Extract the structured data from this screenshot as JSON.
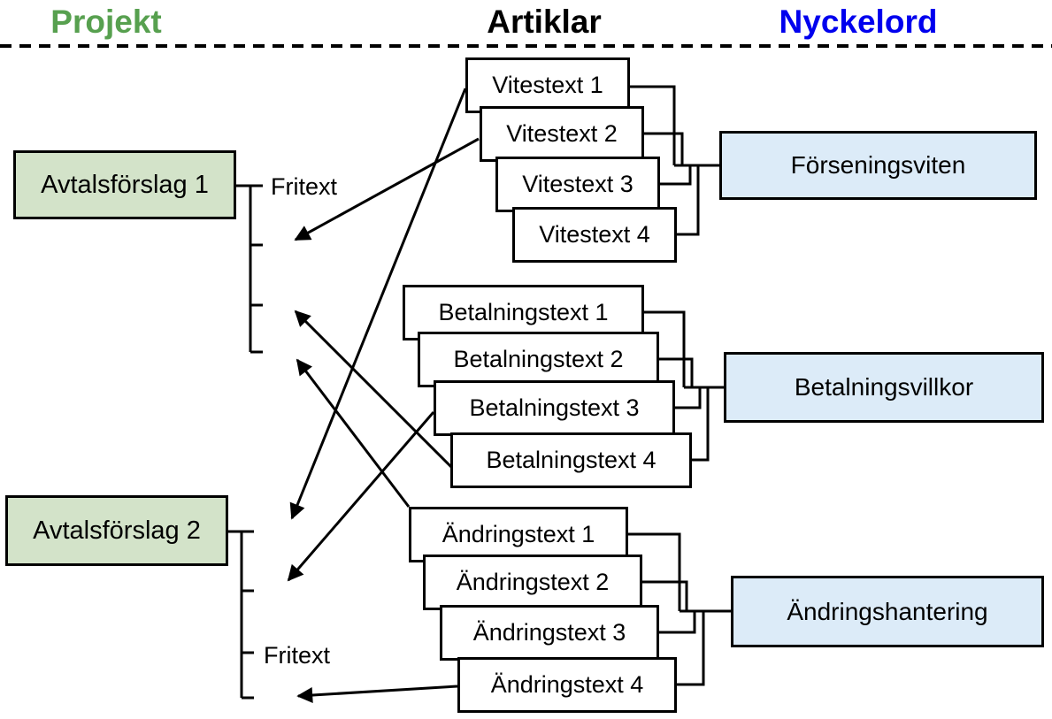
{
  "title_row": {
    "projekt": "Projekt",
    "artiklar": "Artiklar",
    "nyckelord": "Nyckelord"
  },
  "colors": {
    "projekt_header": "#57a04f",
    "artiklar_header": "#000000",
    "nyckelord_header": "#0000ee",
    "project_box_fill": "#d3e3c9",
    "keyword_box_fill": "#dcebf8",
    "article_card_fill": "#ffffff",
    "line": "#000000"
  },
  "projects": [
    {
      "label": "Avtalsförslag 1",
      "fritext_label": "Fritext"
    },
    {
      "label": "Avtalsförslag 2",
      "fritext_label": "Fritext"
    }
  ],
  "article_stacks": [
    {
      "cards": [
        "Vitestext 1",
        "Vitestext 2",
        "Vitestext 3",
        "Vitestext 4"
      ]
    },
    {
      "cards": [
        "Betalningstext 1",
        "Betalningstext 2",
        "Betalningstext 3",
        "Betalningstext 4"
      ]
    },
    {
      "cards": [
        "Ändringstext 1",
        "Ändringstext 2",
        "Ändringstext 3",
        "Ändringstext 4"
      ]
    }
  ],
  "keywords": [
    {
      "label": "Förseningsviten"
    },
    {
      "label": "Betalningsvillkor"
    },
    {
      "label": "Ändringshantering"
    }
  ]
}
